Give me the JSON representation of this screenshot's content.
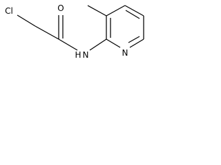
{
  "molecule": {
    "atoms": {
      "chlorine": "Cl",
      "carbonyl_oxygen": "O",
      "amide_nitrogen_h": "H",
      "amide_nitrogen_n": "N",
      "pyridine_nitrogen": "N"
    }
  },
  "colors": {
    "background": "#ffffff",
    "ink": "#000000"
  }
}
